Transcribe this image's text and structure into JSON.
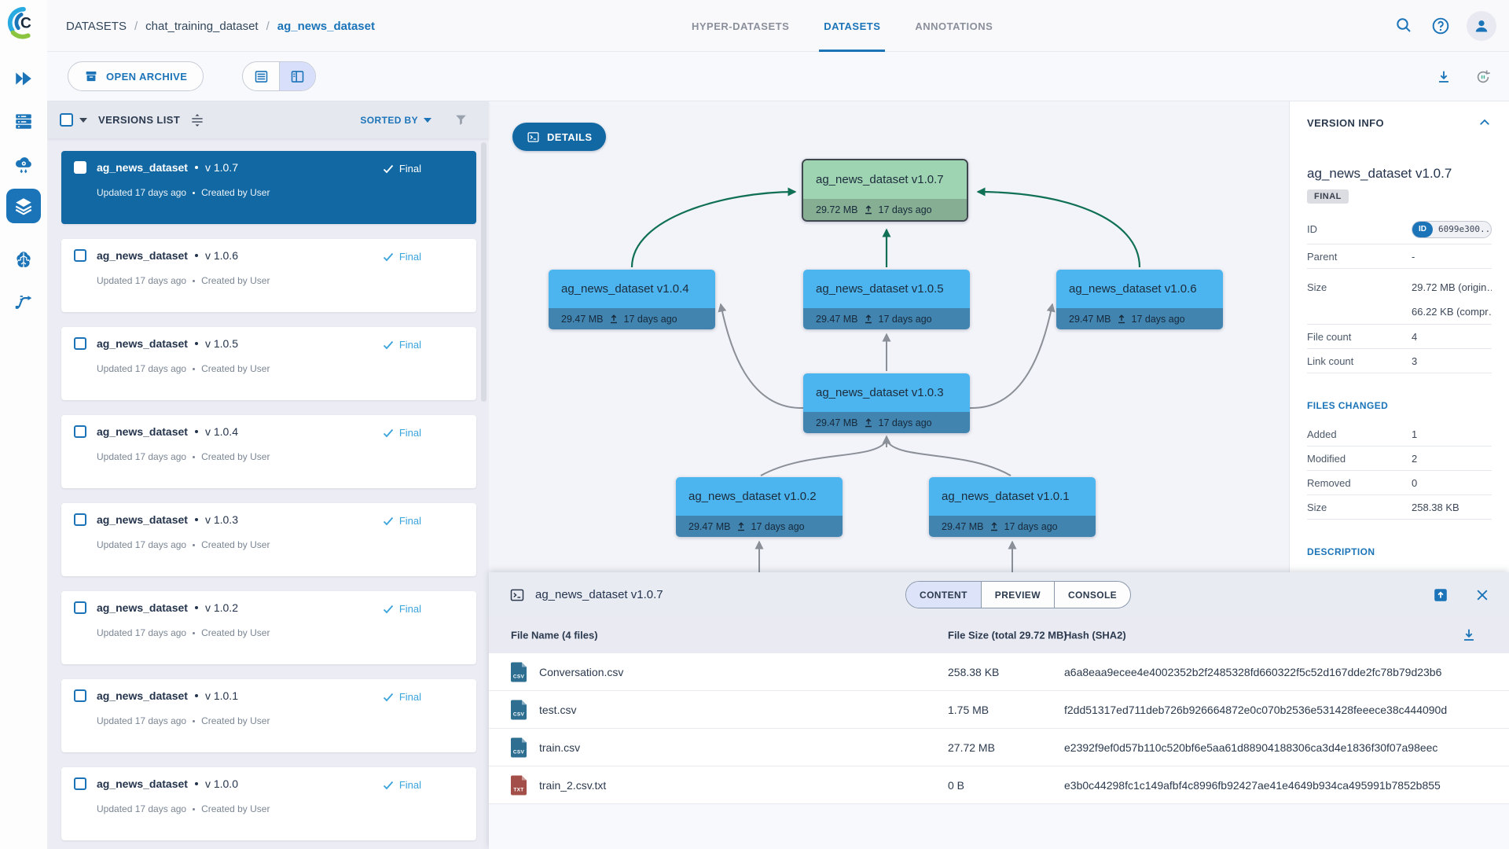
{
  "header": {
    "breadcrumb": {
      "root": "DATASETS",
      "separator": "/",
      "project": "chat_training_dataset",
      "current": "ag_news_dataset"
    },
    "tabs": [
      {
        "label": "HYPER-DATASETS"
      },
      {
        "label": "DATASETS"
      },
      {
        "label": "ANNOTATIONS"
      }
    ],
    "active_tab": "DATASETS"
  },
  "sidebar": {
    "items": [
      {
        "icon": "expand-chevrons-icon"
      },
      {
        "icon": "workers-queues-icon"
      },
      {
        "icon": "hyper-datasets-cloud-icon"
      },
      {
        "icon": "datasets-layers-icon",
        "active": true
      },
      {
        "icon": "models-brain-icon"
      },
      {
        "icon": "pipelines-icon"
      }
    ]
  },
  "toolbar": {
    "open_archive": "OPEN ARCHIVE"
  },
  "versions_panel": {
    "title": "VERSIONS LIST",
    "sorted_by": "SORTED BY",
    "versions": [
      {
        "name": "ag_news_dataset",
        "version": "v 1.0.7",
        "status": "Final",
        "updated": "Updated 17 days ago",
        "created_by": "Created by User",
        "selected": true
      },
      {
        "name": "ag_news_dataset",
        "version": "v 1.0.6",
        "status": "Final",
        "updated": "Updated 17 days ago",
        "created_by": "Created by User"
      },
      {
        "name": "ag_news_dataset",
        "version": "v 1.0.5",
        "status": "Final",
        "updated": "Updated 17 days ago",
        "created_by": "Created by User"
      },
      {
        "name": "ag_news_dataset",
        "version": "v 1.0.4",
        "status": "Final",
        "updated": "Updated 17 days ago",
        "created_by": "Created by User"
      },
      {
        "name": "ag_news_dataset",
        "version": "v 1.0.3",
        "status": "Final",
        "updated": "Updated 17 days ago",
        "created_by": "Created by User"
      },
      {
        "name": "ag_news_dataset",
        "version": "v 1.0.2",
        "status": "Final",
        "updated": "Updated 17 days ago",
        "created_by": "Created by User"
      },
      {
        "name": "ag_news_dataset",
        "version": "v 1.0.1",
        "status": "Final",
        "updated": "Updated 17 days ago",
        "created_by": "Created by User"
      },
      {
        "name": "ag_news_dataset",
        "version": "v 1.0.0",
        "status": "Final",
        "updated": "Updated 17 days ago",
        "created_by": "Created by User"
      }
    ]
  },
  "graph": {
    "details_button": "DETAILS",
    "nodes": [
      {
        "label": "ag_news_dataset v1.0.7",
        "size": "29.72 MB",
        "age": "17 days ago",
        "selected": true
      },
      {
        "label": "ag_news_dataset v1.0.4",
        "size": "29.47 MB",
        "age": "17 days ago"
      },
      {
        "label": "ag_news_dataset v1.0.5",
        "size": "29.47 MB",
        "age": "17 days ago"
      },
      {
        "label": "ag_news_dataset v1.0.6",
        "size": "29.47 MB",
        "age": "17 days ago"
      },
      {
        "label": "ag_news_dataset v1.0.3",
        "size": "29.47 MB",
        "age": "17 days ago"
      },
      {
        "label": "ag_news_dataset v1.0.2",
        "size": "29.47 MB",
        "age": "17 days ago"
      },
      {
        "label": "ag_news_dataset v1.0.1",
        "size": "29.47 MB",
        "age": "17 days ago"
      }
    ]
  },
  "version_info": {
    "title": "VERSION INFO",
    "name": "ag_news_dataset v1.0.7",
    "badge": "FINAL",
    "id_label": "ID",
    "id_tag": "ID",
    "id_value": "6099e300...",
    "parent_label": "Parent",
    "parent_value": "-",
    "size_label": "Size",
    "size_value_1": "29.72 MB (origin…",
    "size_value_2": "66.22 KB (compr…",
    "file_count_label": "File count",
    "file_count_value": "4",
    "link_count_label": "Link count",
    "link_count_value": "3",
    "files_changed_title": "FILES CHANGED",
    "added_label": "Added",
    "added_value": "1",
    "modified_label": "Modified",
    "modified_value": "2",
    "removed_label": "Removed",
    "removed_value": "0",
    "changed_size_label": "Size",
    "changed_size_value": "258.38 KB",
    "description_title": "DESCRIPTION"
  },
  "files_panel": {
    "title": "ag_news_dataset v1.0.7",
    "tabs": [
      {
        "label": "CONTENT",
        "active": true
      },
      {
        "label": "PREVIEW"
      },
      {
        "label": "CONSOLE"
      }
    ],
    "columns": {
      "name": "File Name (4 files)",
      "size": "File Size (total 29.72 MB)",
      "hash": "Hash (SHA2)"
    },
    "files": [
      {
        "name": "Conversation.csv",
        "icon_label": "CSV",
        "size": "258.38 KB",
        "hash": "a6a8eaa9ecee4e4002352b2f2485328fd660322f5c52d167dde2fc78b79d23b6"
      },
      {
        "name": "test.csv",
        "icon_label": "CSV",
        "size": "1.75 MB",
        "hash": "f2dd51317ed711deb726b926664872e0c070b2536e531428feeece38c444090d"
      },
      {
        "name": "train.csv",
        "icon_label": "CSV",
        "size": "27.72 MB",
        "hash": "e2392f9ef0d57b110c520bf6e5aa61d88904188306ca3d4e1836f30f07a98eec"
      },
      {
        "name": "train_2.csv.txt",
        "icon_label": "TXT",
        "size": "0 B",
        "hash": "e3b0c44298fc1c149afbf4c8996fb92427ae41e4649b934ca495991b7852b855"
      }
    ]
  },
  "colors": {
    "accent_blue": "#1b74b8",
    "selected_card": "#1268a3",
    "node_blue": "#4cb4ee",
    "node_blue_bar": "#4184b0",
    "node_green": "#9fd4b3",
    "node_green_bar": "#85ae93",
    "edge_gray": "#8b9098",
    "edge_green": "#0f7055",
    "final_status": "#39a3dc"
  }
}
